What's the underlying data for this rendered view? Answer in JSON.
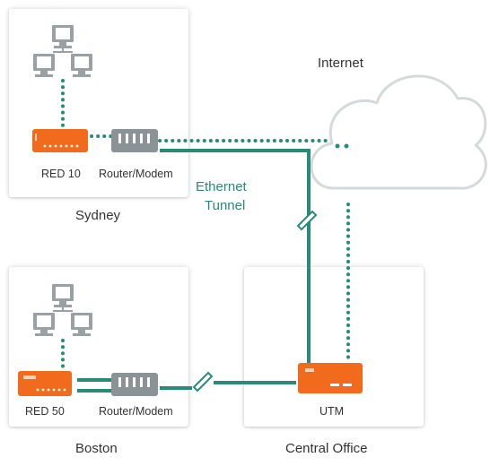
{
  "labels": {
    "internet": "Internet",
    "ethernet_tunnel_line1": "Ethernet",
    "ethernet_tunnel_line2": "Tunnel",
    "sydney": "Sydney",
    "boston": "Boston",
    "central_office": "Central Office",
    "red10": "RED 10",
    "red50": "RED 50",
    "router_modem_sydney": "Router/Modem",
    "router_modem_boston": "Router/Modem",
    "utm": "UTM"
  },
  "colors": {
    "teal": "#2a8a79",
    "orange": "#f26b1d",
    "device_gray": "#8c9396",
    "computer_gray": "#9aa1a4",
    "label_teal": "#2a8a79"
  }
}
